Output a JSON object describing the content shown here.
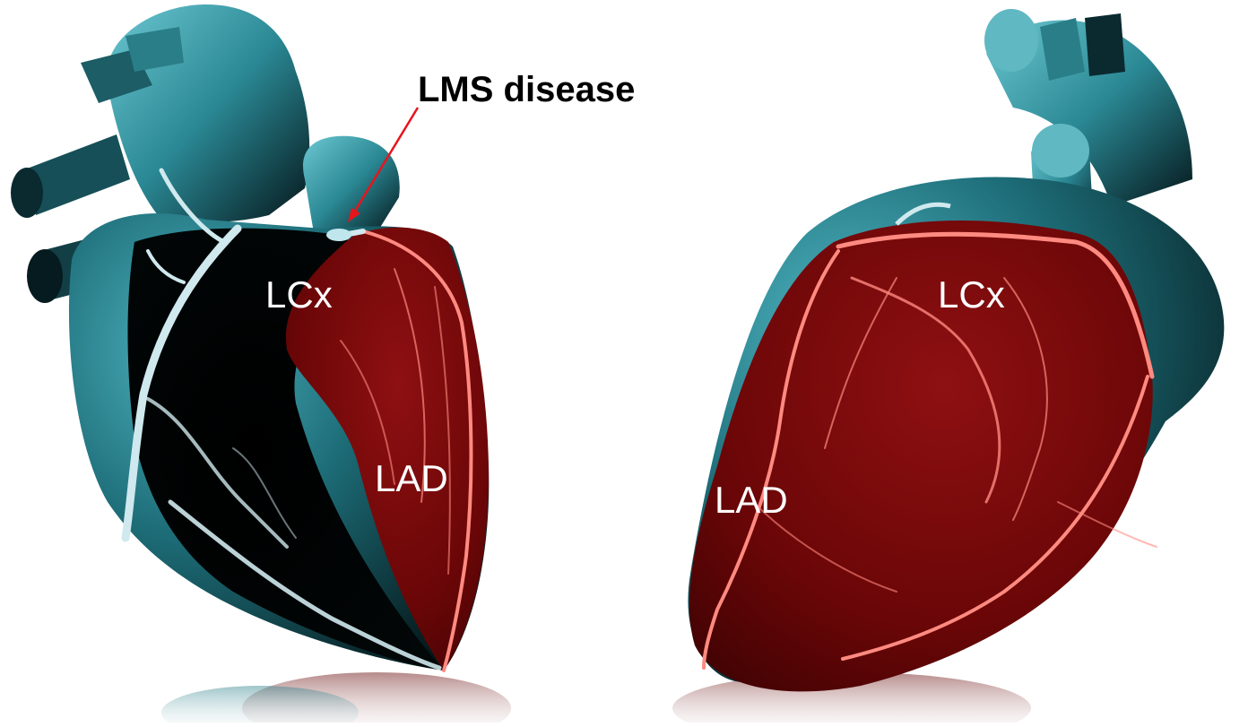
{
  "callout": {
    "text": "LMS disease",
    "arrow_color": "#e8141c"
  },
  "left_heart": {
    "lcx_label": "LCx",
    "lad_label": "LAD"
  },
  "right_heart": {
    "lcx_label": "LCx",
    "lad_label": "LAD"
  },
  "colors": {
    "vessel_teal": "#3a9aa6",
    "vessel_dark": "#0a2a30",
    "lad_red": "#7a0a0c",
    "artery_line": "#ff8a80",
    "cx_line": "#cfe9ee"
  }
}
